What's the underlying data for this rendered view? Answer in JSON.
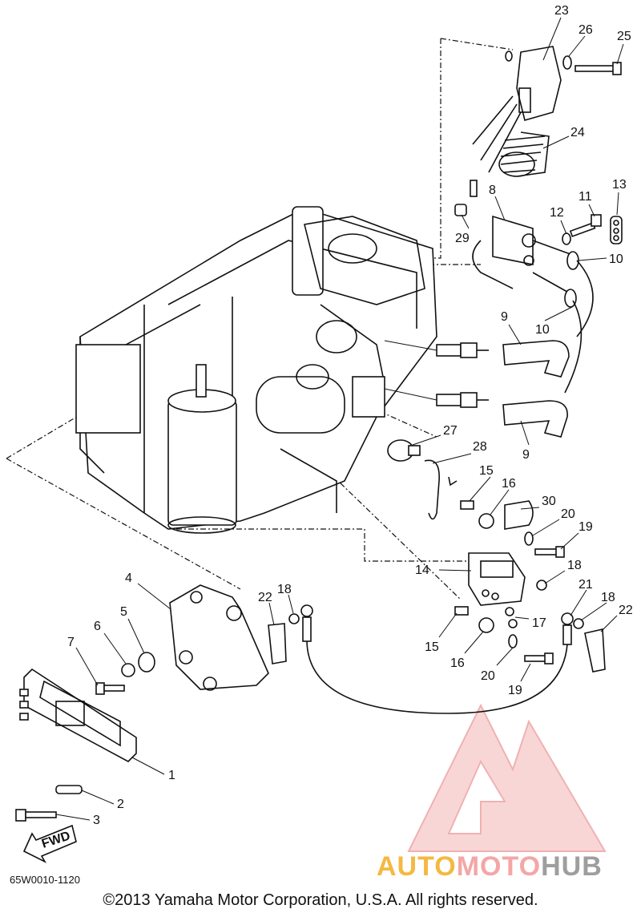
{
  "diagram": {
    "callouts": [
      {
        "id": "c23",
        "label": "23"
      },
      {
        "id": "c26",
        "label": "26"
      },
      {
        "id": "c25",
        "label": "25"
      },
      {
        "id": "c24",
        "label": "24"
      },
      {
        "id": "c8",
        "label": "8"
      },
      {
        "id": "c11",
        "label": "11"
      },
      {
        "id": "c12",
        "label": "12"
      },
      {
        "id": "c13",
        "label": "13"
      },
      {
        "id": "c29",
        "label": "29"
      },
      {
        "id": "c10a",
        "label": "10"
      },
      {
        "id": "c10b",
        "label": "10"
      },
      {
        "id": "c9a",
        "label": "9"
      },
      {
        "id": "c9b",
        "label": "9"
      },
      {
        "id": "c27",
        "label": "27"
      },
      {
        "id": "c28",
        "label": "28"
      },
      {
        "id": "c15a",
        "label": "15"
      },
      {
        "id": "c16a",
        "label": "16"
      },
      {
        "id": "c30",
        "label": "30"
      },
      {
        "id": "c20a",
        "label": "20"
      },
      {
        "id": "c19a",
        "label": "19"
      },
      {
        "id": "c14",
        "label": "14"
      },
      {
        "id": "c18a",
        "label": "18"
      },
      {
        "id": "c21",
        "label": "21"
      },
      {
        "id": "c18b",
        "label": "18"
      },
      {
        "id": "c22a",
        "label": "22"
      },
      {
        "id": "c17",
        "label": "17"
      },
      {
        "id": "c15b",
        "label": "15"
      },
      {
        "id": "c16b",
        "label": "16"
      },
      {
        "id": "c20b",
        "label": "20"
      },
      {
        "id": "c19b",
        "label": "19"
      },
      {
        "id": "c4",
        "label": "4"
      },
      {
        "id": "c18c",
        "label": "18"
      },
      {
        "id": "c22b",
        "label": "22"
      },
      {
        "id": "c6",
        "label": "6"
      },
      {
        "id": "c5",
        "label": "5"
      },
      {
        "id": "c7",
        "label": "7"
      },
      {
        "id": "c1",
        "label": "1"
      },
      {
        "id": "c2",
        "label": "2"
      },
      {
        "id": "c3",
        "label": "3"
      }
    ],
    "fwd_label": "FWD",
    "drawing_code": "65W0010-1120",
    "copyright": "©2013 Yamaha Motor Corporation, U.S.A. All rights reserved."
  },
  "watermark": {
    "part1": "AUTO",
    "part2": "MOTO",
    "part3": "HUB",
    "colors": {
      "auto": "#f4b942",
      "moto": "#f4a6a6",
      "hub": "#9e9e9e",
      "logo": "#f08080"
    }
  }
}
